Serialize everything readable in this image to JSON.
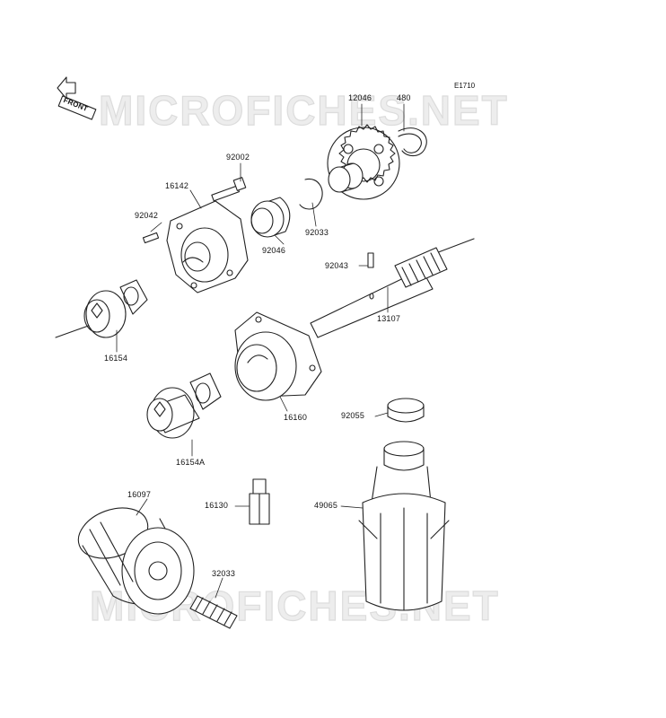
{
  "diagram": {
    "code": "E1710",
    "front_label": "FRONT",
    "watermark": "MICROFICHES.NET",
    "parts": {
      "p12046": "12046",
      "p480": "480",
      "p92002": "92002",
      "p16142": "16142",
      "p92042": "92042",
      "p92046": "92046",
      "p92033": "92033",
      "p92043": "92043",
      "p13107": "13107",
      "p16154": "16154",
      "p16160": "16160",
      "p92055": "92055",
      "p16154A": "16154A",
      "p16097": "16097",
      "p16130": "16130",
      "p49065": "49065",
      "p32033": "32033"
    }
  }
}
